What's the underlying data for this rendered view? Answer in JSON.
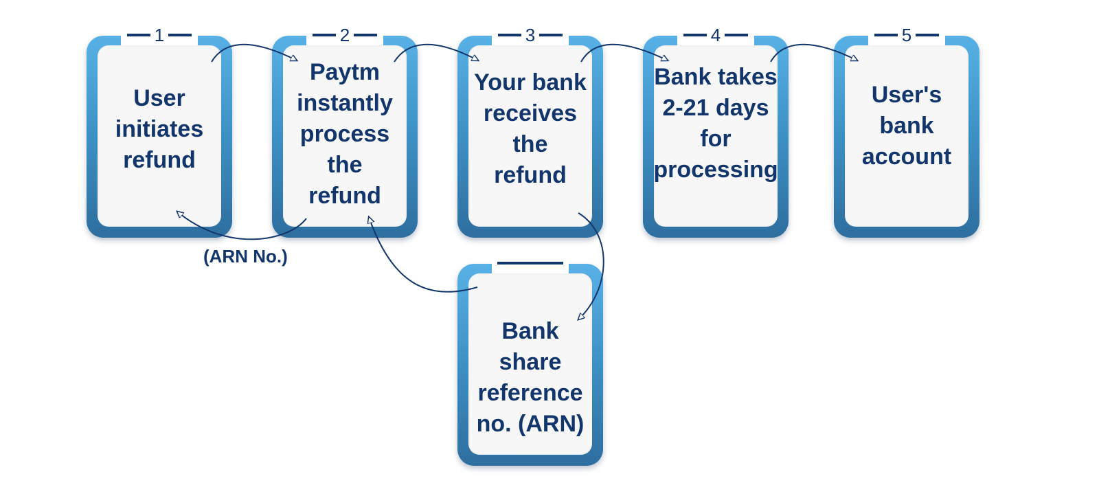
{
  "steps": [
    {
      "number": "1",
      "text": "User\ninitiates\nrefund"
    },
    {
      "number": "2",
      "text": "Paytm\ninstantly\nprocess\nthe\nrefund"
    },
    {
      "number": "3",
      "text": "Your bank\nreceives\nthe\nrefund"
    },
    {
      "number": "4",
      "text": "Bank takes\n2-21 days\nfor\nprocessing"
    },
    {
      "number": "5",
      "text": "User's\nbank\naccount"
    }
  ],
  "branch": {
    "text": "Bank share\nreference\nno. (ARN)"
  },
  "edge_labels": {
    "arn": "(ARN No.)"
  },
  "colors": {
    "frame_top": "#58b1e6",
    "frame_bottom": "#2e6e9f",
    "text": "#12356b",
    "card_fill": "#f7f7f7"
  }
}
